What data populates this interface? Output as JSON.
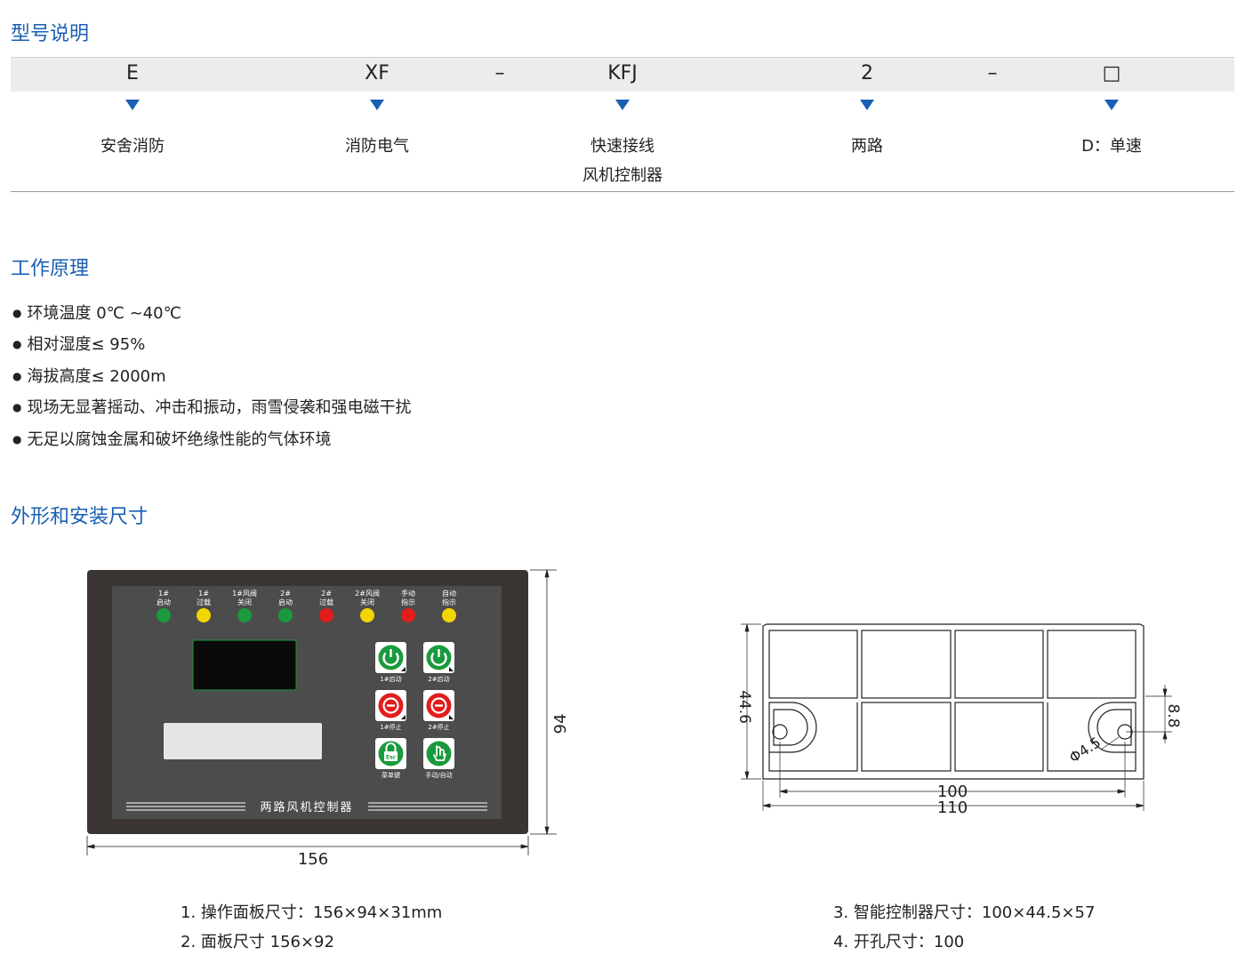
{
  "sections": {
    "model": "型号说明",
    "principle": "工作原理",
    "dimensions": "外形和安装尺寸"
  },
  "model_codes": [
    "E",
    "XF",
    "–",
    "KFJ",
    "2",
    "–",
    "□"
  ],
  "model_meanings": [
    {
      "line1": "安舍消防",
      "line2": ""
    },
    {
      "line1": "消防电气",
      "line2": ""
    },
    {
      "line1": "快速接线",
      "line2": "风机控制器"
    },
    {
      "line1": "两路",
      "line2": ""
    },
    {
      "line1": "D：单速",
      "line2": ""
    }
  ],
  "principle_items": [
    "环境温度 0℃ ~40℃",
    "相对湿度≤ 95%",
    "海拔高度≤ 2000m",
    "现场无显著摇动、冲击和振动，雨雪侵袭和强电磁干扰",
    "无足以腐蚀金属和破坏绝缘性能的气体环境"
  ],
  "panel": {
    "indicators": [
      {
        "l1": "1#",
        "l2": "启动",
        "color": "#1a9a3c"
      },
      {
        "l1": "1#",
        "l2": "过载",
        "color": "#f2d600"
      },
      {
        "l1": "1#风阀",
        "l2": "关闭",
        "color": "#1a9a3c"
      },
      {
        "l1": "2#",
        "l2": "启动",
        "color": "#1a9a3c"
      },
      {
        "l1": "2#",
        "l2": "过载",
        "color": "#e11d1d"
      },
      {
        "l1": "2#风阀",
        "l2": "关闭",
        "color": "#f2d600"
      },
      {
        "l1": "手动",
        "l2": "指示",
        "color": "#e11d1d"
      },
      {
        "l1": "自动",
        "l2": "指示",
        "color": "#f2d600"
      }
    ],
    "buttons": [
      {
        "label": "1#启动",
        "color": "#1a9a3c",
        "icon": "power-icon"
      },
      {
        "label": "2#启动",
        "color": "#1a9a3c",
        "icon": "power-icon"
      },
      {
        "label": "1#停止",
        "color": "#e11d1d",
        "icon": "stop-icon"
      },
      {
        "label": "2#停止",
        "color": "#e11d1d",
        "icon": "stop-icon"
      },
      {
        "label": "菜单键",
        "color": "#1a9a3c",
        "icon": "lock-icon",
        "glyph": "Esc"
      },
      {
        "label": "手动/自动",
        "color": "#1a9a3c",
        "icon": "hand-icon"
      }
    ],
    "title": "两路风机控制器",
    "dim_width": "156",
    "dim_height": "94"
  },
  "module": {
    "dim_height": "44.6",
    "dim_offset": "8.8",
    "dim_hole": "Φ4.5",
    "dim_inner": "100",
    "dim_outer": "110"
  },
  "dims_left": [
    "1. 操作面板尺寸：156×94×31mm",
    "2. 面板尺寸 156×92"
  ],
  "dims_right": [
    "3. 智能控制器尺寸：100×44.5×57",
    "4. 开孔尺寸：100"
  ],
  "colors": {
    "accent": "#1a5fb4",
    "panel_frame": "#3a3432",
    "panel_face": "#4c4c4c"
  }
}
